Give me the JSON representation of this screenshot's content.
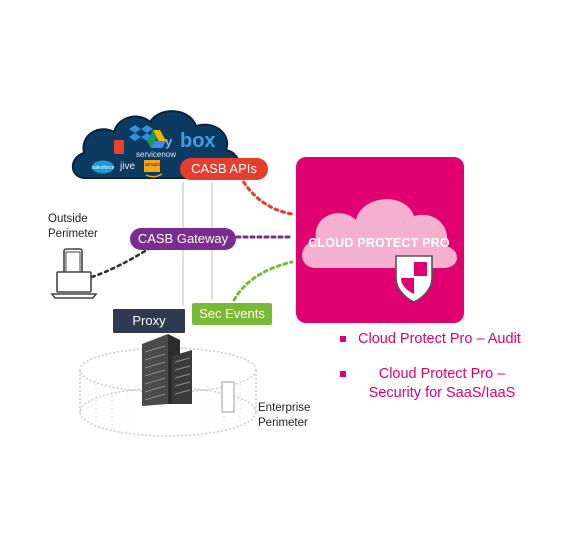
{
  "colors": {
    "brand_pink": "#e0006f",
    "cloud_pink": "#f2a8cb",
    "casb_api_red": "#e63d2f",
    "casb_gateway_purple": "#7b2d8f",
    "sec_events_green": "#79b935",
    "proxy_navy": "#2e3a52",
    "cloud_dark_blue": "#0d3a61"
  },
  "product": {
    "name": "CLOUD PROTECT PRO",
    "icon": "shield-icon"
  },
  "saas_cloud": {
    "icon": "cloud-icon",
    "apps": [
      {
        "name": "office-app",
        "icon": "office-icon"
      },
      {
        "name": "dropbox-app",
        "icon": "dropbox-icon"
      },
      {
        "name": "google-drive-app",
        "icon": "google-drive-icon"
      },
      {
        "name": "yammer-app",
        "label": "y"
      },
      {
        "name": "box-app",
        "label": "box"
      },
      {
        "name": "servicenow-app",
        "label": "servicenow"
      },
      {
        "name": "salesforce-app",
        "label": "salesforce"
      },
      {
        "name": "jive-app",
        "label": "jive"
      },
      {
        "name": "aws-app",
        "label": "amazon"
      }
    ]
  },
  "pills": {
    "casb_apis": "CASB APIs",
    "casb_gateway": "CASB Gateway",
    "sec_events": "Sec Events",
    "proxy": "Proxy"
  },
  "labels": {
    "outside_perimeter": [
      "Outside",
      "Perimeter"
    ],
    "enterprise_perimeter": [
      "Enterprise",
      "Perimeter"
    ]
  },
  "bullets": [
    "Cloud Protect Pro – Audit",
    "Cloud Protect Pro –\nSecurity for SaaS/IaaS"
  ]
}
